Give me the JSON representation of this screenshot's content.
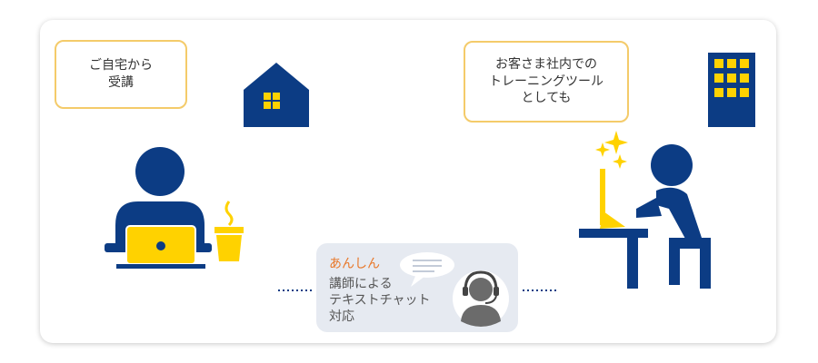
{
  "home_bubble": {
    "text": "ご自宅から\n受講"
  },
  "office_bubble": {
    "text": "お客さま社内での\nトレーニングツール\nとしても"
  },
  "support_box": {
    "tag": "あんしん",
    "text": "講師による\nテキストチャット\n対応"
  },
  "colors": {
    "navy": "#0c3c84",
    "yellow": "#ffd200",
    "bubble_border": "#f4cb6a",
    "support_bg": "#e6eaf1",
    "accent_orange": "#e8782a"
  },
  "icons": [
    "house-icon",
    "office-building-icon",
    "person-at-laptop-icon",
    "coffee-cup-icon",
    "person-at-desktop-icon",
    "sparkle-icon",
    "chat-bubble-icon",
    "headset-operator-icon"
  ]
}
